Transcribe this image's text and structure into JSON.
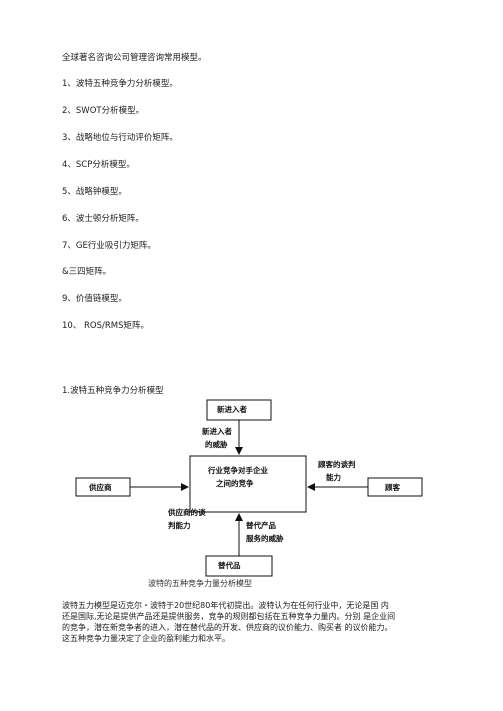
{
  "intro": "全球著名咨询公司管理咨询常用模型。",
  "list": [
    "1、波特五种竞争力分析模型。",
    "2、SWOT分析模型。",
    "3、战略地位与行动评价矩阵。",
    "4、SCP分析模型。",
    "5、战略钟模型。",
    "6、波士顿分析矩阵。",
    "7、GE行业吸引力矩阵。",
    "&三四矩阵。",
    "9、价值链模型。",
    "10、 ROS/RMS矩阵。"
  ],
  "section_title": "1.波特五种竞争力分析模型",
  "diagram": {
    "top_box": "新进入者",
    "center_box_line1": "行业竞争对手企业",
    "center_box_line2": "之间的竞争",
    "left_box": "供应商",
    "right_box": "顾客",
    "bottom_box": "替代品",
    "top_arrow_line1": "新进入者",
    "top_arrow_line2": "的威胁",
    "right_arrow_line1": "顾客的谈判",
    "right_arrow_line2": "能力",
    "left_arrow_line1": "供应商的谈",
    "left_arrow_line2": "判能力",
    "bottom_arrow_line1": "替代产品",
    "bottom_arrow_line2": "服务的威胁"
  },
  "caption": "波特的五种竞争力量分析模型",
  "paragraph": [
    "波特五力模型是迈克尔・波特于20世纪80年代初提出。波特认为在任何行业中，无论是国 内",
    "还是国际,无论是提供产品还是提供服务，竞争的规则都包括在五种竞争力量内。分别 是企业间",
    "的竞争，潜在新竞争者的进入，潜在替代品的开发、供应商的议价能力、购买者 的议价能力。",
    "这五种竞争力量决定了企业的盈利能力和水平。"
  ]
}
